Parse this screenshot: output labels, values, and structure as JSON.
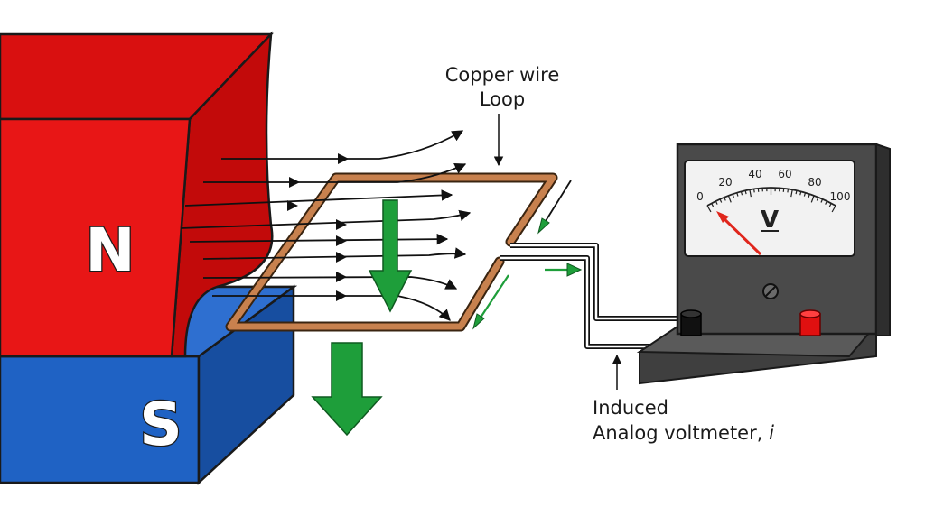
{
  "magnet": {
    "north_label": "N",
    "south_label": "S",
    "north_color": "#e81616",
    "north_side_color": "#c20a0a",
    "north_top_color": "#d91010",
    "south_color": "#1f62c4",
    "south_side_color": "#174ea0"
  },
  "loop": {
    "label_line1": "Copper wire",
    "label_line2": "Loop",
    "wire_color": "#c8814e"
  },
  "voltmeter": {
    "scale_ticks": [
      "0",
      "20",
      "40",
      "60",
      "80",
      "100"
    ],
    "unit": "V",
    "needle_color": "#e0261c",
    "body_color": "#4a4a4a",
    "face_color": "#f2f2f2",
    "terminal_negative_color": "#111111",
    "terminal_positive_color": "#e01010",
    "label_line1": "Induced",
    "label_line2": "Analog voltmeter, i"
  },
  "arrows": {
    "motion_color": "#1e9e3a",
    "field_line_color": "#111111"
  }
}
